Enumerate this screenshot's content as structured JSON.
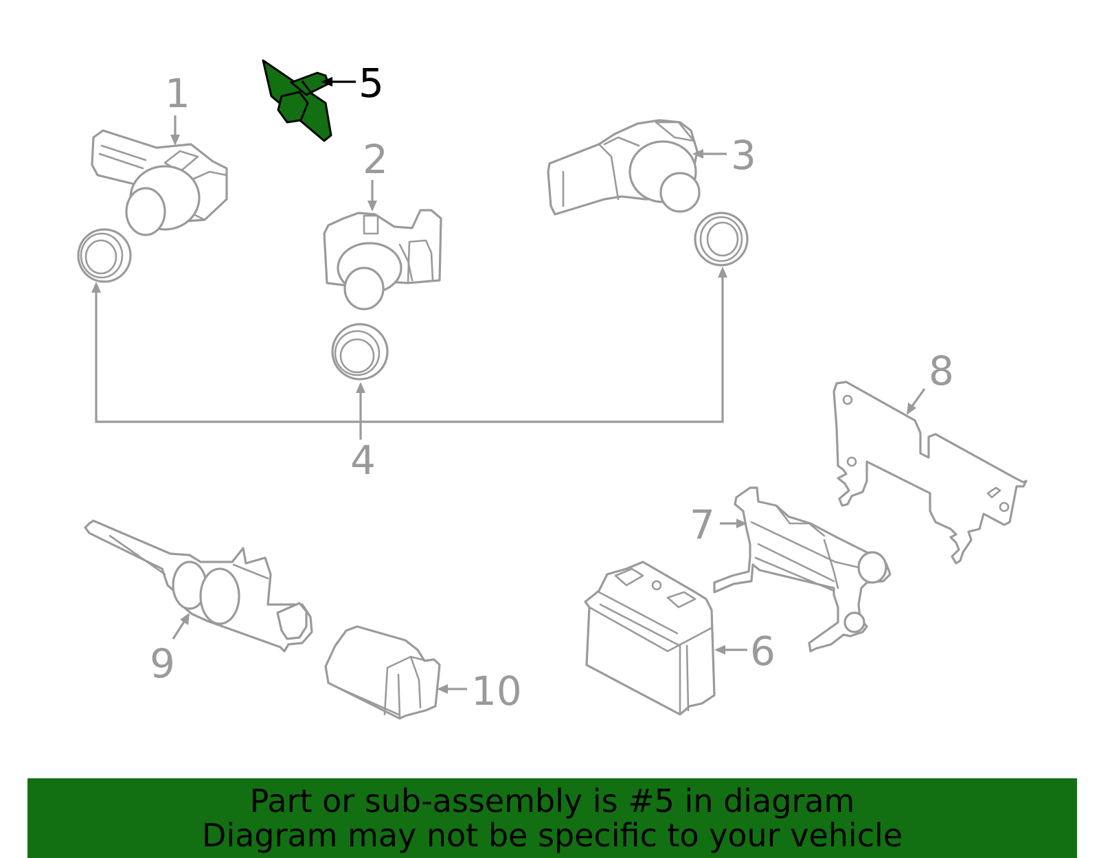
{
  "diagram": {
    "highlight_color": "#127012",
    "line_color": "#9a9a9a",
    "highlighted_callout": "5",
    "callouts": {
      "c1": "1",
      "c2": "2",
      "c3": "3",
      "c4": "4",
      "c5": "5",
      "c6": "6",
      "c7": "7",
      "c8": "8",
      "c9": "9",
      "c10": "10"
    }
  },
  "banner": {
    "line1": "Part or sub-assembly is #5 in diagram",
    "line2": "Diagram may not be specific to your vehicle",
    "background_color": "#127012"
  }
}
